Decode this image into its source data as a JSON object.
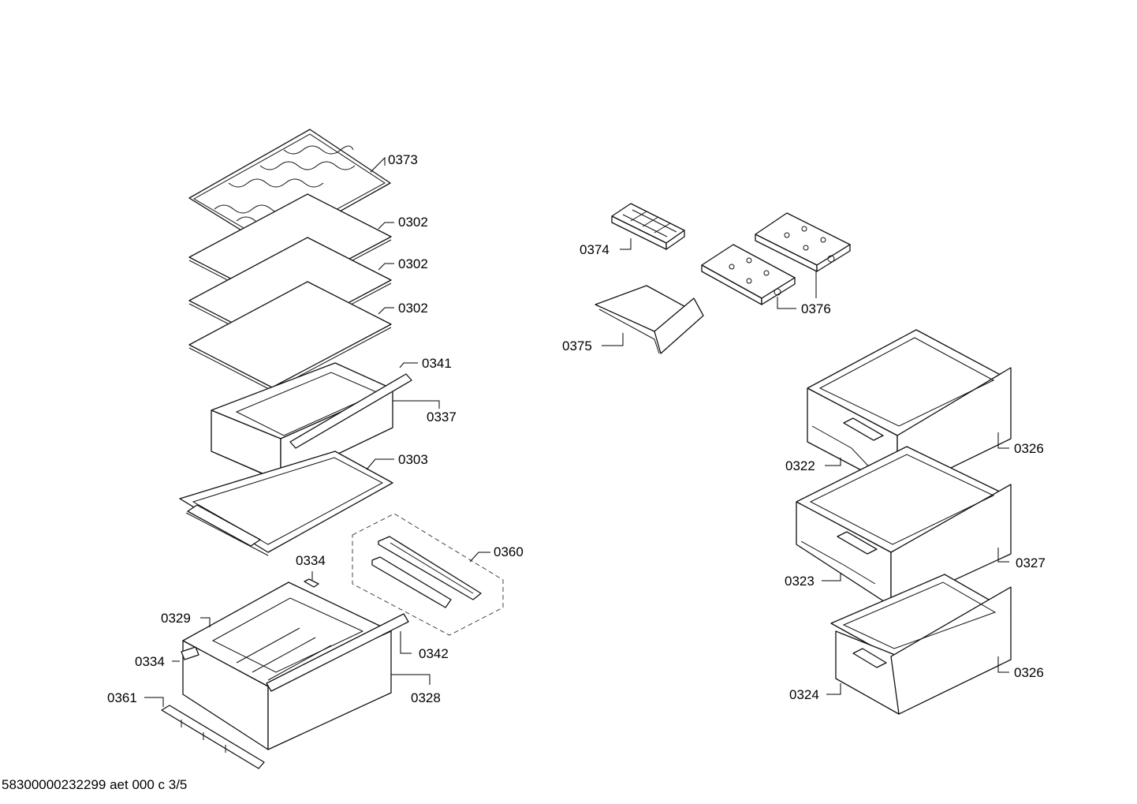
{
  "labels": {
    "p0373": "0373",
    "p0302a": "0302",
    "p0302b": "0302",
    "p0302c": "0302",
    "p0341": "0341",
    "p0337": "0337",
    "p0303": "0303",
    "p0360": "0360",
    "p0334a": "0334",
    "p0329": "0329",
    "p0334b": "0334",
    "p0342": "0342",
    "p0361": "0361",
    "p0328": "0328",
    "p0374": "0374",
    "p0375": "0375",
    "p0376": "0376",
    "p0322": "0322",
    "p0326a": "0326",
    "p0323": "0323",
    "p0327": "0327",
    "p0324": "0324",
    "p0326b": "0326"
  },
  "footer": "58300000232299 aet 000 c 3/5"
}
